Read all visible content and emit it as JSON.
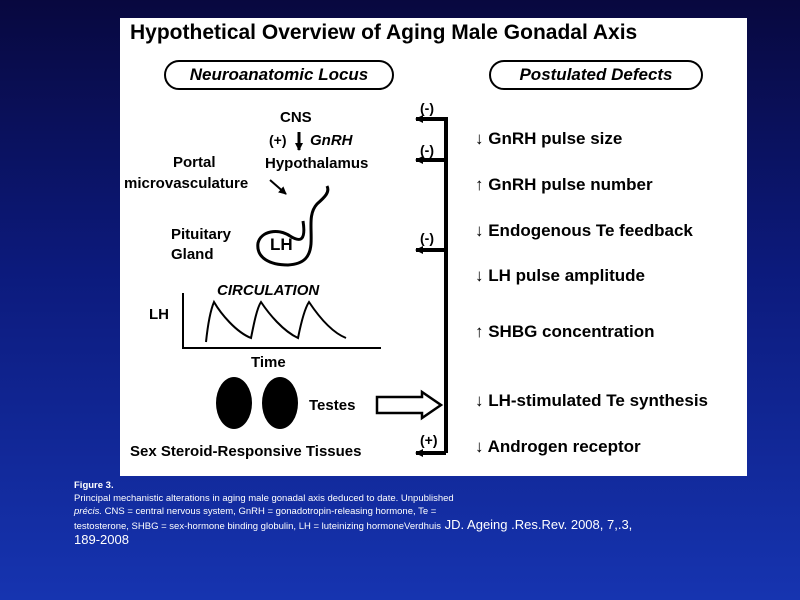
{
  "figure": {
    "title": "Hypothetical Overview of Aging Male Gonadal Axis",
    "neuro_header": "Neuroanatomic Locus",
    "defects_header": "Postulated Defects",
    "cns": "CNS",
    "plus_gnrh": "(+)",
    "gnrh": "GnRH",
    "hypothalamus": "Hypothalamus",
    "portal_1": "Portal",
    "portal_2": "microvasculature",
    "pituitary_1": "Pituitary",
    "pituitary_2": "Gland",
    "lh_gland": "LH",
    "circulation": "CIRCULATION",
    "lh_axis": "LH",
    "time_axis": "Time",
    "testes": "Testes",
    "tissues": "Sex Steroid-Responsive Tissues",
    "feedback_labels": [
      "(-)",
      "(-)",
      "(-)",
      "(+)"
    ],
    "defects": [
      "↓ GnRH pulse size",
      "↑ GnRH pulse number",
      "↓ Endogenous Te feedback",
      "↓ LH pulse amplitude",
      "↑ SHBG concentration",
      "↓ LH-stimulated Te synthesis",
      "↓ Androgen receptor"
    ]
  },
  "caption": {
    "fig": "Figure 3.",
    "line1": "Principal mechanistic alterations in aging male gonadal axis deduced to date. Unpublished",
    "precis": "précis.",
    "line2": " CNS = central nervous system, GnRH = gonadotropin-releasing hormone, Te =",
    "line3": "testosterone, SHBG = sex-hormone binding globulin, LH = luteinizing hormoneVerdhuis",
    "ref1": " JD. Ageing .Res.Rev. 2008, 7,.3,",
    "ref2": "189-2008"
  },
  "colors": {
    "background": "#0c1a7c",
    "panel": "#ffffff",
    "ink": "#000000",
    "caption_text": "#ffffff"
  }
}
